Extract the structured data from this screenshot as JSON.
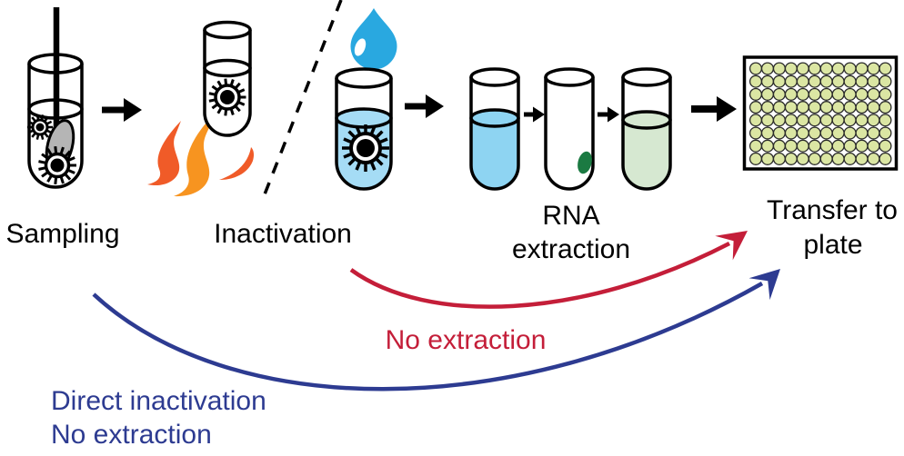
{
  "figure": {
    "background": "#ffffff",
    "labels": {
      "sampling": "Sampling",
      "inactivation": "Inactivation",
      "rna_line1": "RNA",
      "rna_line2": "extraction",
      "transfer_line1": "Transfer to",
      "transfer_line2": "plate",
      "no_extraction": "No extraction",
      "direct_line1": "Direct inactivation",
      "direct_line2": "No extraction"
    },
    "steps": [
      "Sampling",
      "Inactivation",
      "RNA extraction",
      "Transfer to plate"
    ],
    "shortcut_paths": [
      {
        "label": "No extraction",
        "from": "Inactivation",
        "to": "Transfer to plate",
        "color_key": "accent_red"
      },
      {
        "label": "Direct inactivation No extraction",
        "from": "Sampling",
        "to": "Transfer to plate",
        "color_key": "accent_blue"
      }
    ],
    "plate": {
      "rows": 8,
      "cols": 12,
      "well_fill": "#dbe6a3",
      "well_stroke": "#2a2a2a"
    },
    "colors": {
      "outline": "#000000",
      "flame_red": "#f05b28",
      "flame_orange": "#f79420",
      "droplet_blue": "#29a8e0",
      "sample_liquid": "#a5dcf5",
      "lysate_liquid": "#8ed4f2",
      "pellet_green": "#1b7a42",
      "eluate_liquid": "#d6e8d1",
      "swab_gray": "#b5b5b5",
      "accent_red": "#c41e39",
      "accent_blue": "#2d3b91",
      "text_black": "#000000"
    },
    "icons": {
      "swab": "swab-icon",
      "virus": "virus-icon",
      "flame": "flame-icon",
      "droplet": "droplet-icon",
      "test_tube": "test-tube-icon",
      "well_plate": "well-plate-icon",
      "arrow": "arrow-icon"
    }
  }
}
